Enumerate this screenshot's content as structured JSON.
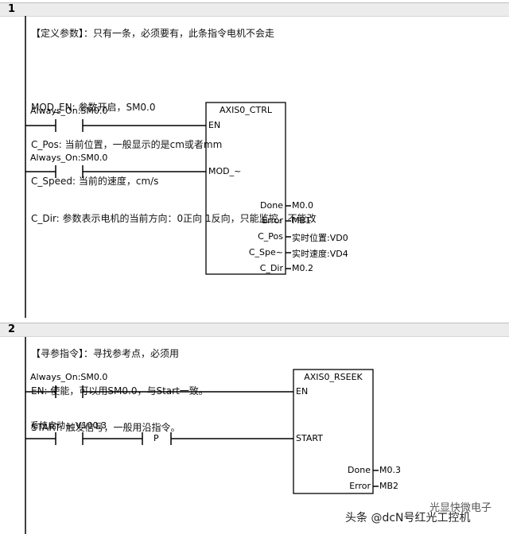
{
  "networks": [
    {
      "number": "1",
      "comment_lines": [
        "【定义参数】：只有一条，必须要有，此条指令电机不会走",
        "",
        "MOD_EN: 参数开启，SM0.0",
        "C_Pos: 当前位置，一般显示的是cm或者mm",
        "C_Speed: 当前的速度，cm/s",
        "C_Dir: 参数表示电机的当前方向：0正向 1反向，只能监控，不能改"
      ],
      "contacts": [
        "Always_On:SM0.0",
        "Always_On:SM0.0"
      ],
      "block": {
        "name": "AXIS0_CTRL",
        "inputs": [
          "EN",
          "MOD_~"
        ],
        "outputs": [
          {
            "pin": "Done",
            "value": "M0.0"
          },
          {
            "pin": "Error",
            "value": "MB1"
          },
          {
            "pin": "C_Pos",
            "value": "实时位置:VD0"
          },
          {
            "pin": "C_Spe~",
            "value": "实时速度:VD4"
          },
          {
            "pin": "C_Dir",
            "value": "M0.2"
          }
        ]
      }
    },
    {
      "number": "2",
      "comment_lines": [
        "【寻参指令】：寻找参考点，必须用",
        "EN: 使能，可以用SM0.0，与Start一致。",
        "START: 触发信号，一般用沿指令。"
      ],
      "contacts": [
        "Always_On:SM0.0",
        "系统启动~:V100.3"
      ],
      "edge_label": "P",
      "block": {
        "name": "AXIS0_RSEEK",
        "inputs": [
          "EN",
          "START"
        ],
        "outputs": [
          {
            "pin": "Done",
            "value": "M0.3"
          },
          {
            "pin": "Error",
            "value": "MB2"
          }
        ]
      }
    }
  ],
  "watermark": {
    "prefix": "头条",
    "handle": "@dcN号红光工控机",
    "overlay": "光显快微电子"
  }
}
